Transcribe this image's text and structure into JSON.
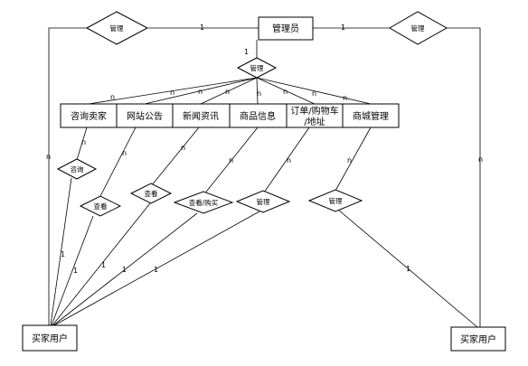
{
  "entities": {
    "admin": "管理员",
    "buyer_left": "买家用户",
    "buyer_right": "买家用户",
    "modules": [
      {
        "id": "consult",
        "lines": [
          "咨询卖家"
        ]
      },
      {
        "id": "notice",
        "lines": [
          "网站公告"
        ]
      },
      {
        "id": "news",
        "lines": [
          "新闻资讯"
        ]
      },
      {
        "id": "goods",
        "lines": [
          "商品信息"
        ]
      },
      {
        "id": "order",
        "lines": [
          "订单/购物车",
          "/地址"
        ]
      },
      {
        "id": "mall",
        "lines": [
          "商城管理"
        ]
      }
    ]
  },
  "relations": {
    "manage_left": "管理",
    "manage_right": "管理",
    "manage_center": "管理",
    "consult": "咨询",
    "view_notice": "查看",
    "view_news": "查看",
    "view_buy": "查看/购买",
    "manage_order": "管理",
    "manage_mall": "管理"
  },
  "cardinality": {
    "one": "1",
    "many": "n"
  }
}
